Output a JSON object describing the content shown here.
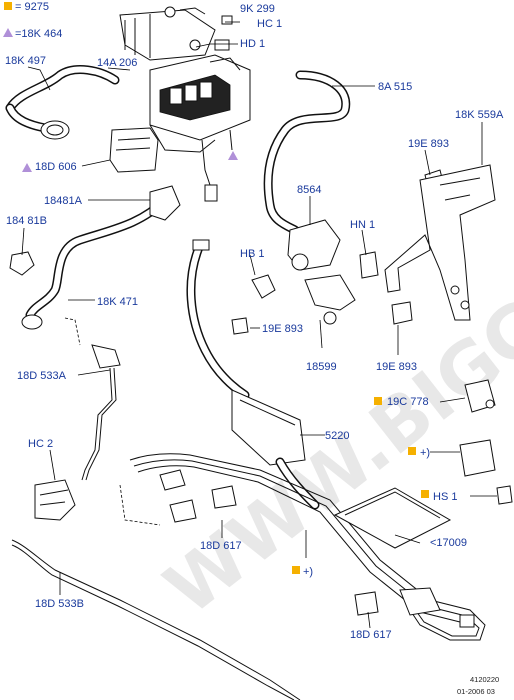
{
  "watermark": "WWW.BIGCARS.RU",
  "legend": {
    "square_item": "= 9275",
    "triangle_item": "=18K 464",
    "square_color": "#f5b000",
    "triangle_color": "#b090d8"
  },
  "labels": {
    "l_9k299": "9K 299",
    "l_hc1": "HC 1",
    "l_hd1": "HD 1",
    "l_18k497": "18K 497",
    "l_14a206": "14A 206",
    "l_8a515": "8A 515",
    "l_18k559a": "18K 559A",
    "l_19e893_top": "19E 893",
    "l_18d606": "18D 606",
    "l_8564": "8564",
    "l_18481a": "18481A",
    "l_1881b": "184 81B",
    "l_hn1": "HN 1",
    "l_hb1": "HB 1",
    "l_18k471": "18K 471",
    "l_19e893_mid": "19E 893",
    "l_18599": "18599",
    "l_19e893_low": "19E 893",
    "l_18d533a": "18D 533A",
    "l_19c778": "19C 778",
    "l_5220": "5220",
    "l_hc2": "HC 2",
    "l_plus_right": "+)",
    "l_hs1": "HS 1",
    "l_18d617_mid": "18D 617",
    "l_17009": "<17009",
    "l_plus_low": "+)",
    "l_18d533b": "18D 533B",
    "l_18d617_low": "18D 617"
  },
  "footer": {
    "ref_code": "4120220",
    "ref_date": "01-2006 03"
  }
}
